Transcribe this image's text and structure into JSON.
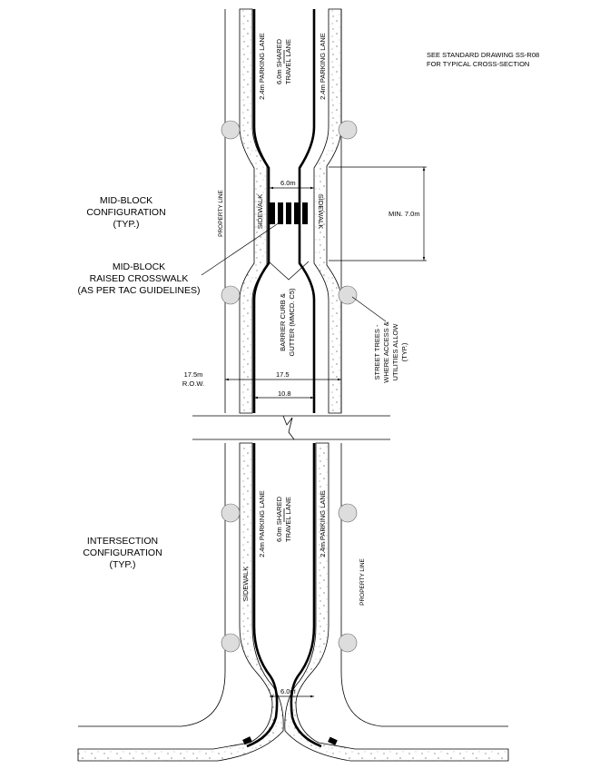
{
  "notes": {
    "standard_line1": "SEE STANDARD DRAWING SS-R08",
    "standard_line2": "FOR TYPICAL CROSS-SECTION"
  },
  "labels": {
    "midblock_config": [
      "MID-BLOCK",
      "CONFIGURATION",
      "(TYP.)"
    ],
    "midblock_crosswalk": [
      "MID-BLOCK",
      "RAISED CROSSWALK",
      "(AS PER TAC GUIDELINES)"
    ],
    "intersection_config": [
      "INTERSECTION",
      "CONFIGURATION",
      "(TYP.)"
    ],
    "barrier_curb": [
      "BARRIER CURB &",
      "GUTTER (MMCD. C5)"
    ],
    "street_trees": [
      "STREET TREES -",
      "WHERE ACCESS &",
      "UTILITIES ALLOW",
      "(TYP.)"
    ],
    "row_label": [
      "17.5m",
      "R.O.W."
    ],
    "parking_lane": "2.4m PARKING LANE",
    "travel_lane": [
      "6.0m SHARED",
      "TRAVEL LANE"
    ],
    "sidewalk": "SIDEWALK",
    "property_line": "PROPERTY LINE"
  },
  "dimensions": {
    "crosswalk_width": "6.0m",
    "min_length": "MIN. 7.0m",
    "row_width": "17.5",
    "curb_width": "10.8",
    "intersection_width": "6.0m"
  }
}
